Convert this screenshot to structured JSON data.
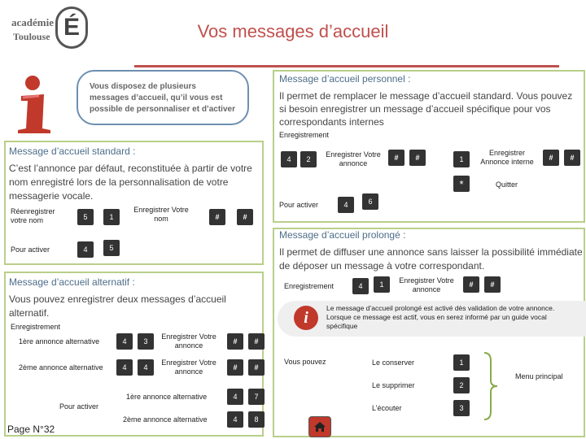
{
  "header": {
    "logo_line1": "académie",
    "logo_line2": "Toulouse",
    "logo_letter": "É",
    "title": "Vos messages d’accueil"
  },
  "callout": "Vous disposez de plusieurs messages d’accueil, qu’il vous est possible de personnaliser et d’activer",
  "standard": {
    "title": "Message d’accueil standard :",
    "desc": "C’est l’annonce  par défaut, reconstituée à partir de votre nom enregistré lors de la personnalisation de votre messagerie vocale.",
    "record_label": "Réenregistrer votre nom",
    "record_keys": [
      "5",
      "1"
    ],
    "record_action": "Enregistrer Votre nom",
    "record_end": [
      "#",
      "#"
    ],
    "activate_label": "Pour activer",
    "activate_keys": [
      "4",
      "5"
    ]
  },
  "alternatif": {
    "title": "Message d’accueil alternatif :",
    "desc": "Vous pouvez enregistrer deux messages d’accueil alternatif.",
    "record_heading": "Enregistrement",
    "row1_label": "1ère annonce alternative",
    "row1_keys": [
      "4",
      "3"
    ],
    "row2_label": "2ème annonce alternative",
    "row2_keys": [
      "4",
      "4"
    ],
    "record_action": "Enregistrer Votre annonce",
    "record_end": [
      "#",
      "#"
    ],
    "activate_label": "Pour activer",
    "act1_label": "1ère annonce alternative",
    "act1_keys": [
      "4",
      "7"
    ],
    "act2_label": "2ème annonce alternative",
    "act2_keys": [
      "4",
      "8"
    ]
  },
  "personnel": {
    "title": "Message d’accueil personnel :",
    "desc": "Il permet de remplacer le message d’accueil standard. Vous pouvez si besoin enregistrer un message d’accueil spécifique pour vos correspondants internes",
    "record_heading": "Enregistrement",
    "record_keys": [
      "4",
      "2"
    ],
    "record_action": "Enregistrer Votre annonce",
    "record_end": [
      "#",
      "#"
    ],
    "internal_key": "1",
    "internal_action": "Enregistrer Annonce interne",
    "internal_end": [
      "#",
      "#"
    ],
    "quit_key": "*",
    "quit_label": "Quitter",
    "activate_label": "Pour activer",
    "activate_keys": [
      "4",
      "6"
    ]
  },
  "prolonge": {
    "title": "Message d’accueil prolongé :",
    "desc": "Il permet de diffuser une annonce sans laisser la possibilité immédiate de déposer un message à votre correspondant.",
    "record_label": "Enregistrement",
    "record_keys": [
      "4",
      "1"
    ],
    "record_action": "Enregistrer Votre annonce",
    "record_end": [
      "#",
      "#"
    ],
    "info": "Le message d’accueil prolongé est activé dès validation de votre annonce. Lorsque ce message est actif, vous en serez informé par un guide vocal spécifique",
    "vous_pouvez": "Vous pouvez",
    "options": [
      {
        "label": "Le conserver",
        "key": "1"
      },
      {
        "label": "Le supprimer",
        "key": "2"
      },
      {
        "label": "L’écouter",
        "key": "3"
      }
    ],
    "menu_label": "Menu principal"
  },
  "footer": {
    "page": "Page N°32"
  },
  "colors": {
    "panel_border": "#b9cf8a",
    "title_red": "#c0504d",
    "key_bg": "#333333",
    "callout_border": "#6d8fb0"
  }
}
